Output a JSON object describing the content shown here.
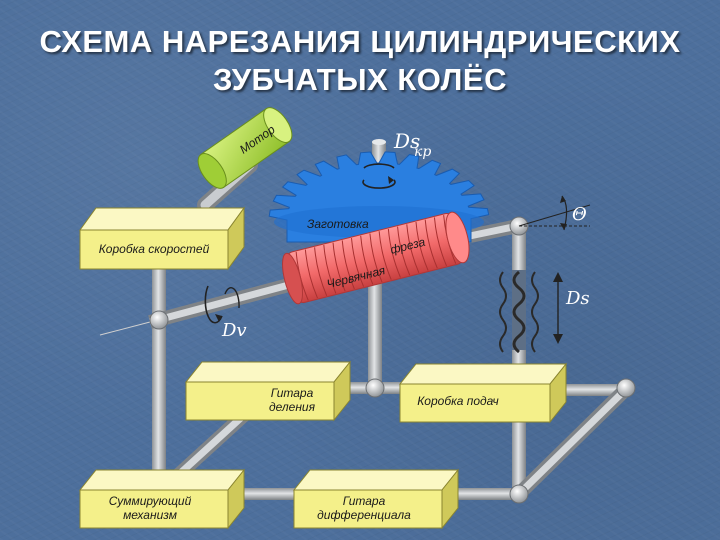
{
  "title": {
    "line1": "СХЕМА НАРЕЗАНИЯ ЦИЛИНДРИЧЕСКИХ",
    "line2": "ЗУБЧАТЫХ КОЛЁС"
  },
  "components": {
    "motor": "Мотор",
    "workpiece": "Заготовка",
    "hob_part1": "Червячная",
    "hob_part2": "фреза",
    "speed_box": "Коробка скоростей",
    "index_guitar_line1": "Гитара",
    "index_guitar_line2": "деления",
    "feed_box": "Коробка подач",
    "summing_line1": "Суммирующий",
    "summing_line2": "механизм",
    "diff_guitar_line1": "Гитара",
    "diff_guitar_line2": "дифференциала"
  },
  "motions": {
    "ds_kr_main": "Ds",
    "ds_kr_sub": "кр",
    "theta": "Θ",
    "ds_main": "Ds",
    "dv_main": "Dv"
  },
  "colors": {
    "background": "#4d6f9c",
    "shaft": "#b8bcc0",
    "box_front": "#f4f08a",
    "box_top": "#fbf8c4",
    "box_side": "#cfc95a",
    "motor": "#b8e04a",
    "workpiece": "#2a7fe0",
    "hob": "#f26a6a"
  }
}
